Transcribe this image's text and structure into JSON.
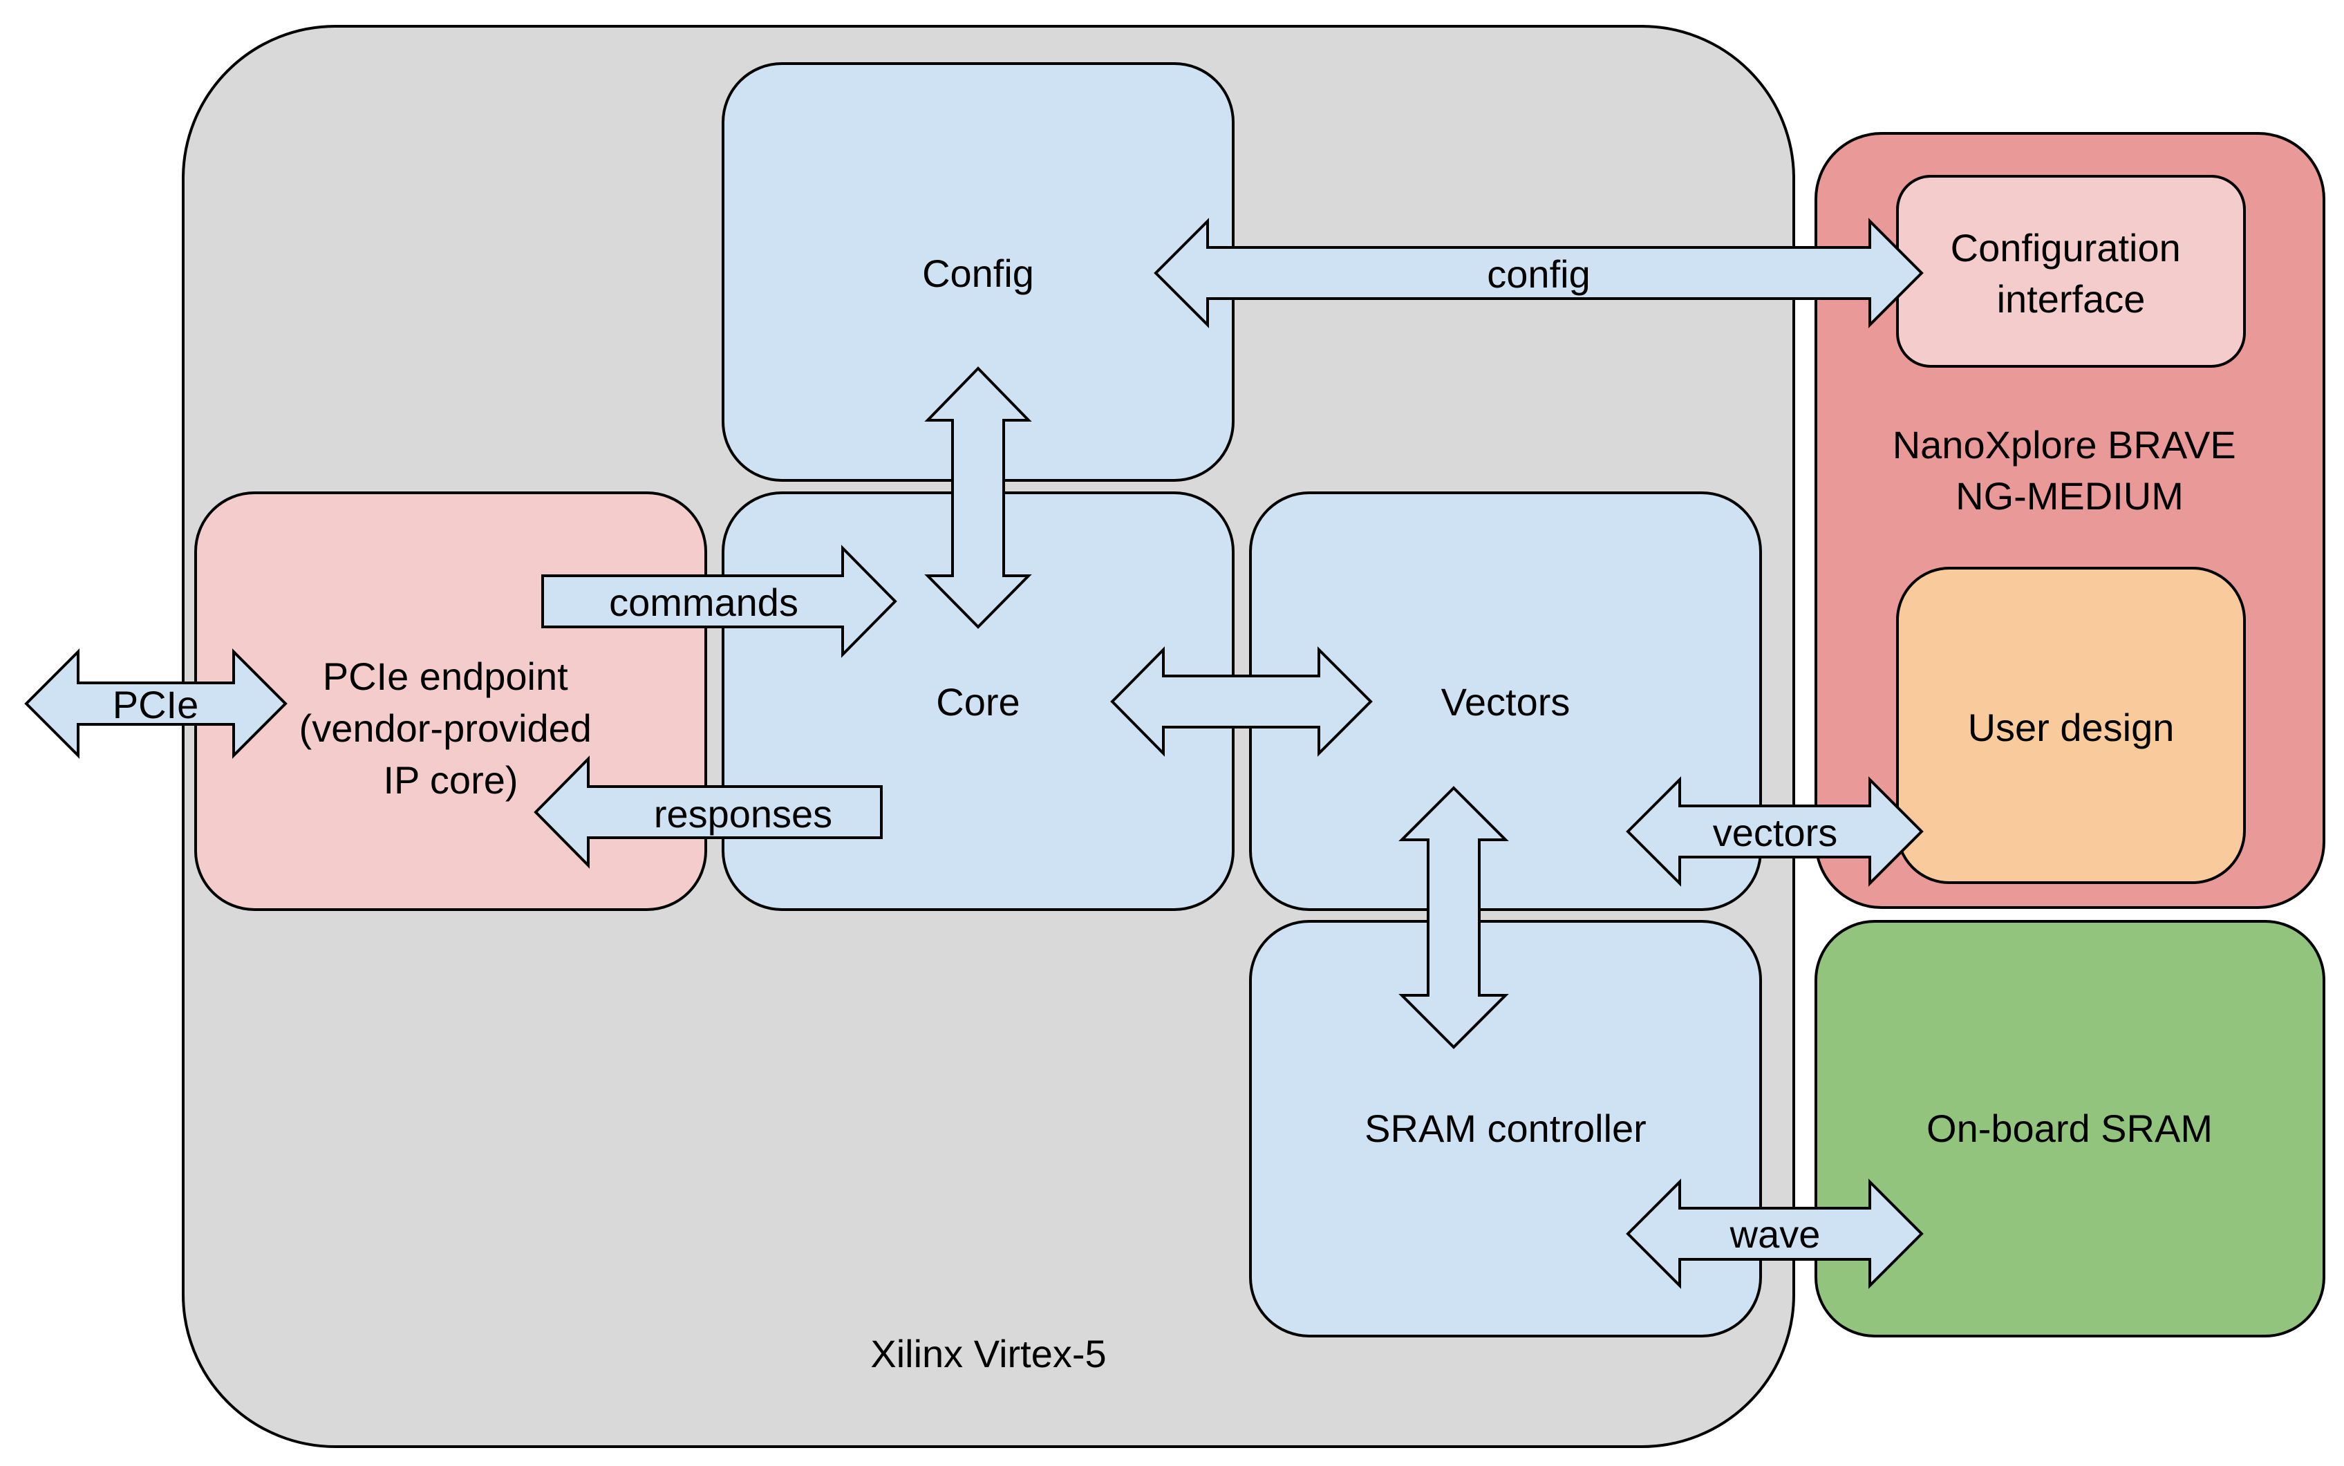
{
  "colors": {
    "fpga_fill": "#d9d9d9",
    "module_fill": "#cfe2f3",
    "pcie_fill": "#f4cccc",
    "nanoxplore_fill": "#ea9999",
    "config_iface_fill": "#f4cccc",
    "user_design_fill": "#f9cb9c",
    "sram_fill": "#93c47d",
    "arrow_fill": "#cfe2f3"
  },
  "blocks": {
    "fpga": {
      "label": "Xilinx Virtex-5"
    },
    "config": {
      "label": "Config"
    },
    "core": {
      "label": "Core"
    },
    "vectors": {
      "label": "Vectors"
    },
    "sram_controller": {
      "label": "SRAM controller"
    },
    "pcie_endpoint": {
      "lines": [
        "PCIe endpoint",
        "(vendor-provided",
        "IP core)"
      ]
    },
    "nanoxplore": {
      "lines": [
        "NanoXplore BRAVE",
        "NG-MEDIUM"
      ]
    },
    "configuration_interface": {
      "lines": [
        "Configuration",
        "interface"
      ]
    },
    "user_design": {
      "label": "User design"
    },
    "onboard_sram": {
      "label": "On-board SRAM"
    }
  },
  "arrows": {
    "pcie": "PCIe",
    "commands": "commands",
    "responses": "responses",
    "config": "config",
    "vectors": "vectors",
    "wave": "wave"
  }
}
